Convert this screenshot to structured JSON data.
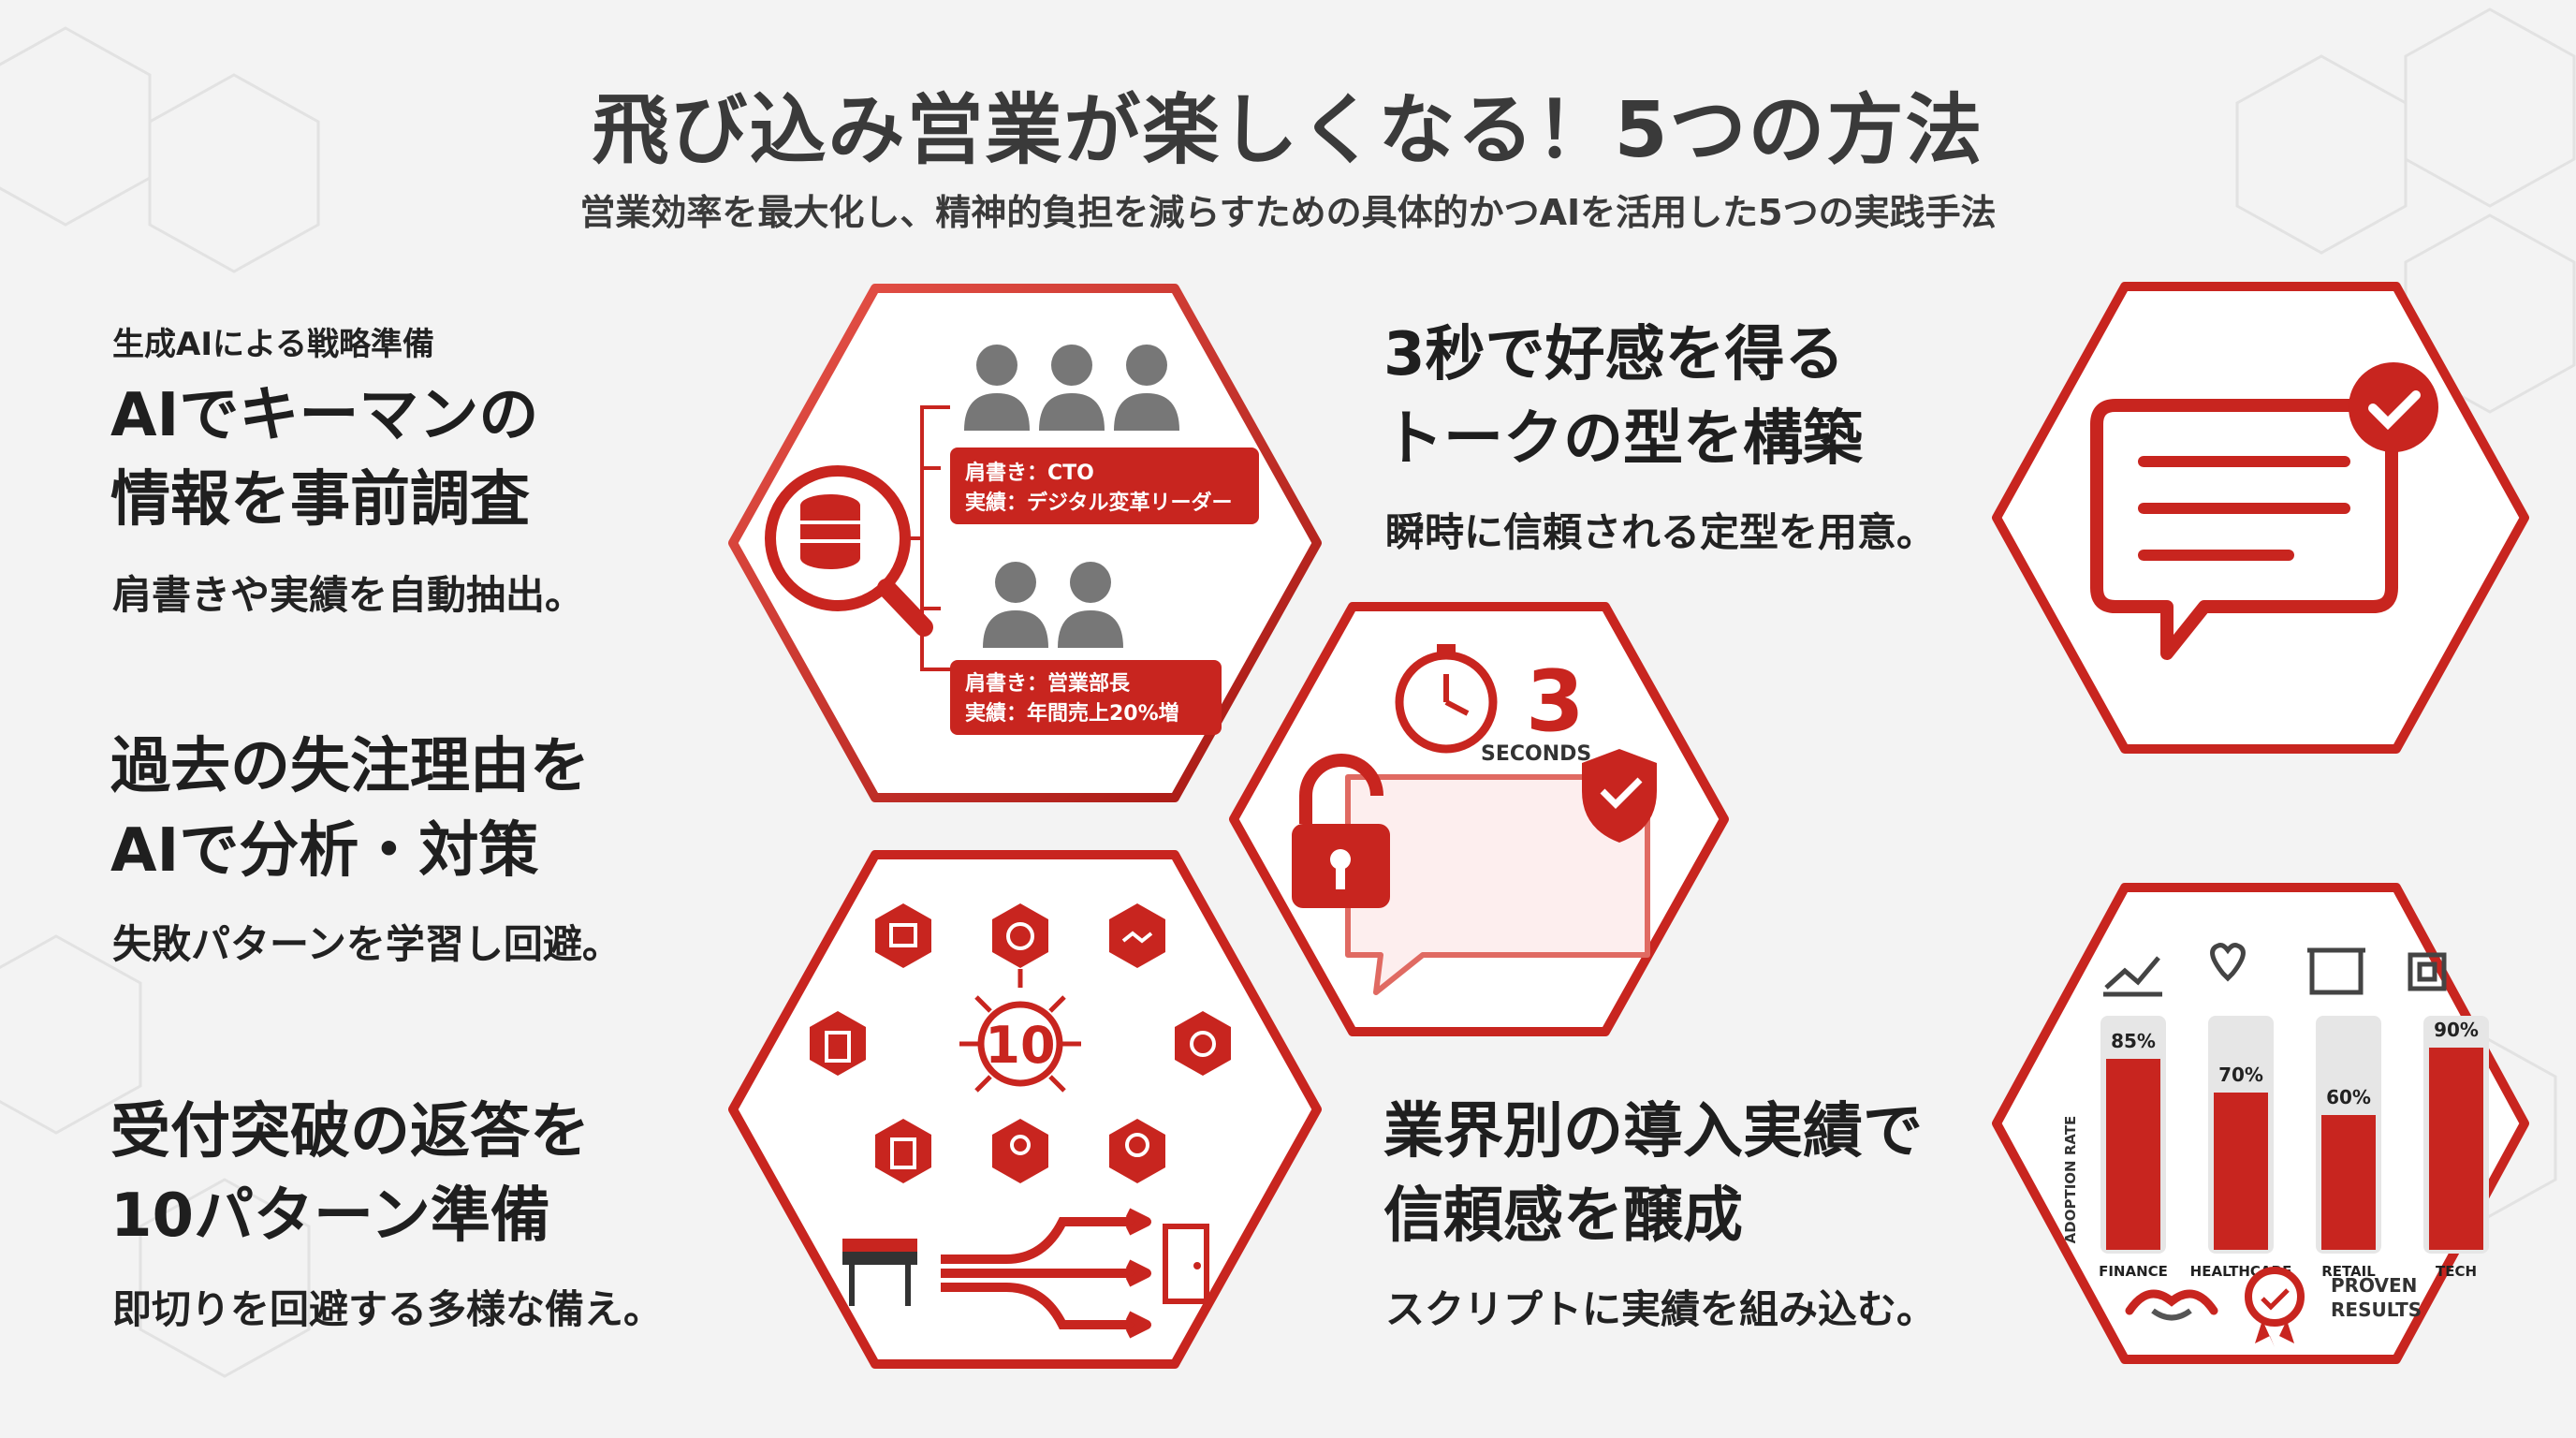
{
  "title": "飛び込み営業が楽しくなる！5つの方法",
  "subtitle": "営業効率を最大化し、精神的負担を減らすための具体的かつAIを活用した5つの実践手法",
  "methods": [
    {
      "caption": "生成AIによる戦略準備",
      "head1": "AIでキーマンの",
      "head2": "情報を事前調査",
      "desc": "肩書きや実績を自動抽出。"
    },
    {
      "head1": "過去の失注理由を",
      "head2": "AIで分析・対策",
      "desc": "失敗パターンを学習し回避。"
    },
    {
      "head1": "受付突破の返答を",
      "head2": "10パターン準備",
      "desc": "即切りを回避する多様な備え。"
    },
    {
      "head1": "3秒で好感を得る",
      "head2": "トークの型を構築",
      "desc": "瞬時に信頼される定型を用意。"
    },
    {
      "head1": "業界別の導入実績で",
      "head2": "信頼感を醸成",
      "desc": "スクリプトに実績を組み込む。"
    }
  ],
  "research_card": {
    "profile1_line1": "肩書き：CTO",
    "profile1_line2": "実績：デジタル変革リーダー",
    "profile2_line1": "肩書き：営業部長",
    "profile2_line2": "実績：年間売上20%増"
  },
  "timer_card": {
    "number": "3",
    "unit": "SECONDS"
  },
  "patterns_card": {
    "count": "10"
  },
  "results_card": {
    "axis_label": "ADOPTION RATE",
    "bars": [
      {
        "label": "FINANCE",
        "value": 85,
        "value_label": "85%"
      },
      {
        "label": "HEALTHCARE",
        "value": 70,
        "value_label": "70%"
      },
      {
        "label": "RETAIL",
        "value": 60,
        "value_label": "60%"
      },
      {
        "label": "TECH",
        "value": 90,
        "value_label": "90%"
      }
    ],
    "badge_line1": "PROVEN",
    "badge_line2": "RESULTS"
  },
  "colors": {
    "accent": "#c8251f",
    "accent_light": "#e8544a",
    "text": "#222222"
  }
}
